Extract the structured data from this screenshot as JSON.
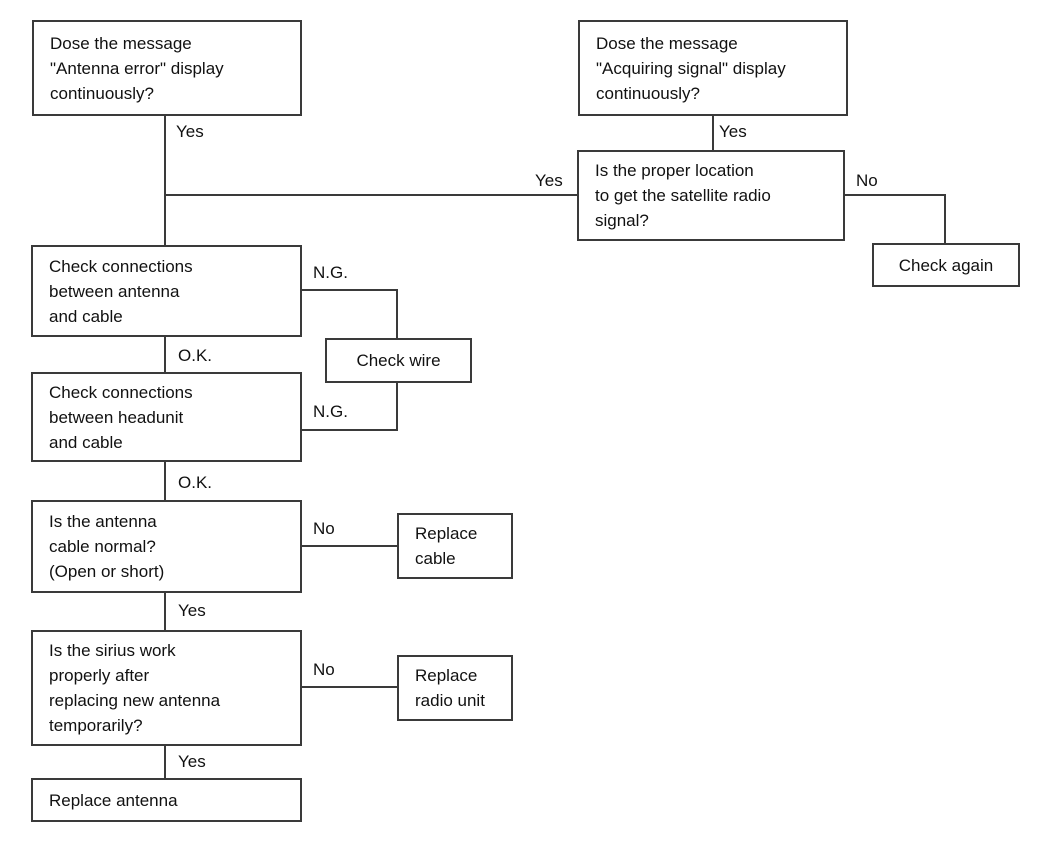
{
  "nodes": {
    "antenna_error": {
      "text": "Dose the message\n\"Antenna error\" display\ncontinuously?"
    },
    "acquiring_signal": {
      "text": "Dose the message\n\"Acquiring signal\" display\ncontinuously?"
    },
    "proper_location": {
      "text": "Is the proper location\nto get the satellite radio\nsignal?"
    },
    "check_again": {
      "text": "Check again"
    },
    "check_conn_antenna": {
      "text": "Check connections\nbetween antenna\nand cable"
    },
    "check_wire": {
      "text": "Check wire"
    },
    "check_conn_headunit": {
      "text": "Check connections\nbetween headunit\nand cable"
    },
    "antenna_cable_normal": {
      "text": "Is the antenna\ncable normal?\n(Open or short)"
    },
    "replace_cable": {
      "text": "Replace\ncable"
    },
    "sirius_work": {
      "text": "Is the sirius work\nproperly after\nreplacing new antenna\ntemporarily?"
    },
    "replace_radio_unit": {
      "text": "Replace\nradio unit"
    },
    "replace_antenna": {
      "text": "Replace antenna"
    }
  },
  "edge_labels": {
    "yes": "Yes",
    "no": "No",
    "ng": "N.G.",
    "ok": "O.K."
  },
  "colors": {
    "line": "#3a3a3a",
    "text": "#111111",
    "background": "#ffffff"
  }
}
